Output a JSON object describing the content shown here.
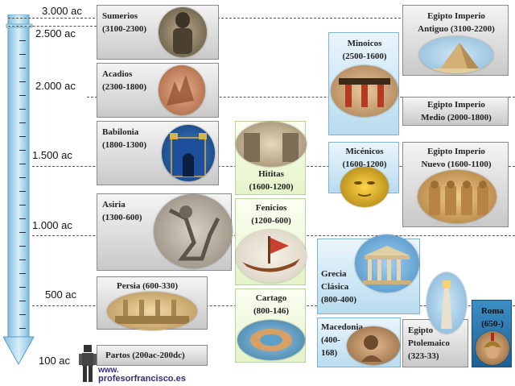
{
  "scale": {
    "labels": [
      "3.000 ac",
      "2.500 ac",
      "2.000 ac",
      "1.500 ac",
      "1.000 ac",
      "500 ac",
      "100 ac"
    ]
  },
  "colors": {
    "gray_box": "#d6d6d6",
    "blue_box": "#cfe8f6",
    "green_box": "#eef8dc",
    "roma_box": "#2e75b6",
    "dashed_line": "#555555",
    "timeline_arrow": "#9fd0ea"
  },
  "civilizations": {
    "sumerios": {
      "name": "Sumerios",
      "dates": "(3100-2300)",
      "image": "sumerian-statue-icon"
    },
    "acadios": {
      "name": "Acadios",
      "dates": "(2300-1800)",
      "image": "akkadian-stele-icon"
    },
    "babilonia": {
      "name": "Babilonia",
      "dates": "(1800-1300)",
      "image": "ishtar-gate-icon"
    },
    "asiria": {
      "name": "Asiria",
      "dates": "(1300-600)",
      "image": "assyrian-relief-icon"
    },
    "persia": {
      "label": "Persia (600-330)",
      "image": "persepolis-icon"
    },
    "partos": {
      "label": "Partos (200ac-200dc)"
    },
    "hititas": {
      "name": "Hititas",
      "dates": "(1600-1200)",
      "image": "lion-gate-icon"
    },
    "fenicios": {
      "name": "Fenicios",
      "dates": "(1200-600)",
      "image": "phoenician-ship-icon"
    },
    "cartago": {
      "name": "Cartago",
      "dates": "(800-146)",
      "image": "carthage-harbor-icon"
    },
    "minoicos": {
      "name": "Minoicos",
      "dates": "(2500-1600)",
      "image": "knossos-palace-icon"
    },
    "micenicos": {
      "name": "Micénicos",
      "dates": "(1600-1200)",
      "image": "golden-mask-icon"
    },
    "grecia": {
      "line1": "Grecia",
      "line2": "Clásica",
      "dates": "(800-400)",
      "image": "parthenon-icon"
    },
    "macedonia": {
      "line1": "Macedonia",
      "line2": "(400-",
      "line3": "168)",
      "image": "alexander-mosaic-icon"
    },
    "egipto_antiguo": {
      "line1": "Egipto Imperio",
      "line2": "Antiguo (3100-2200)",
      "image": "pyramid-icon"
    },
    "egipto_medio": {
      "line1": "Egipto Imperio",
      "line2": "Medio (2000-1800)"
    },
    "egipto_nuevo": {
      "line1": "Egipto Imperio",
      "line2": "Nuevo (1600-1100)",
      "image": "abu-simbel-icon"
    },
    "egipto_ptolemaico": {
      "line1": "Egipto",
      "line2": "Ptolemaico",
      "line3": "(323-33)",
      "image": "lighthouse-icon"
    },
    "roma": {
      "name": "Roma",
      "dates": "(650-)",
      "image": "roman-soldier-icon"
    }
  },
  "footer": {
    "line1": "www.",
    "line2": "profesorfrancisco.es",
    "logo": "robot-logo-icon"
  }
}
